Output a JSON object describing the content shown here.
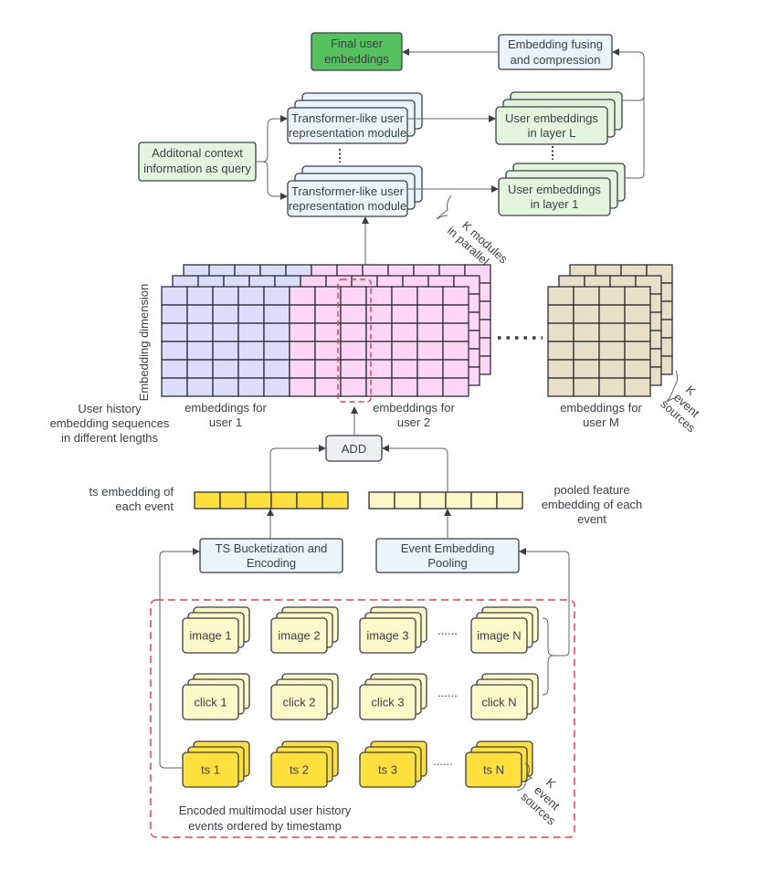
{
  "top": {
    "final_embeddings": [
      "Final user",
      "embeddings"
    ],
    "fusing": [
      "Embedding fusing",
      "and compression"
    ],
    "context_query": [
      "Additonal context",
      "information as query"
    ],
    "transformer_top": [
      "Transformer-like user",
      "representation module"
    ],
    "transformer_bottom": [
      "Transformer-like user",
      "representation module"
    ],
    "layer_L": [
      "User embeddings",
      "in layer L"
    ],
    "layer_1": [
      "User embeddings",
      "in layer 1"
    ],
    "k_modules": [
      "K  modules",
      "in parallel"
    ]
  },
  "grid": {
    "axis_label": "Embedding dimension",
    "user1": [
      "embeddings for",
      "user 1"
    ],
    "user2": [
      "embeddings for",
      "user 2"
    ],
    "userM": [
      "embeddings for",
      "user M"
    ],
    "sequences_note": [
      "User history",
      "embedding sequences",
      "in different lengths"
    ],
    "k_sources": [
      "K",
      "event",
      "sources"
    ],
    "colors": {
      "user1": "#dcdcfb",
      "user2": "#fdd6f6",
      "userM": "#e8e0c6"
    }
  },
  "middle": {
    "add": "ADD",
    "ts_label": [
      "ts embedding of",
      "each event"
    ],
    "pooled_label": [
      "pooled feature",
      "embedding of each",
      "event"
    ],
    "ts_bucket": [
      "TS Bucketization and",
      "Encoding"
    ],
    "event_pool": [
      "Event Embedding",
      "Pooling"
    ],
    "colors": {
      "ts": "#ffe03c",
      "pooled": "#fdf8c8"
    }
  },
  "events": {
    "images": [
      "image 1",
      "image 2",
      "image 3",
      "image N"
    ],
    "clicks": [
      "click 1",
      "click 2",
      "click 3",
      "click N"
    ],
    "ts": [
      "ts 1",
      "ts 2",
      "ts 3",
      "ts N"
    ],
    "ellipsis": "......",
    "k_sources": [
      "K",
      "event",
      "sources"
    ],
    "caption": [
      "Encoded multimodal user history",
      "events ordered by timestamp"
    ]
  }
}
